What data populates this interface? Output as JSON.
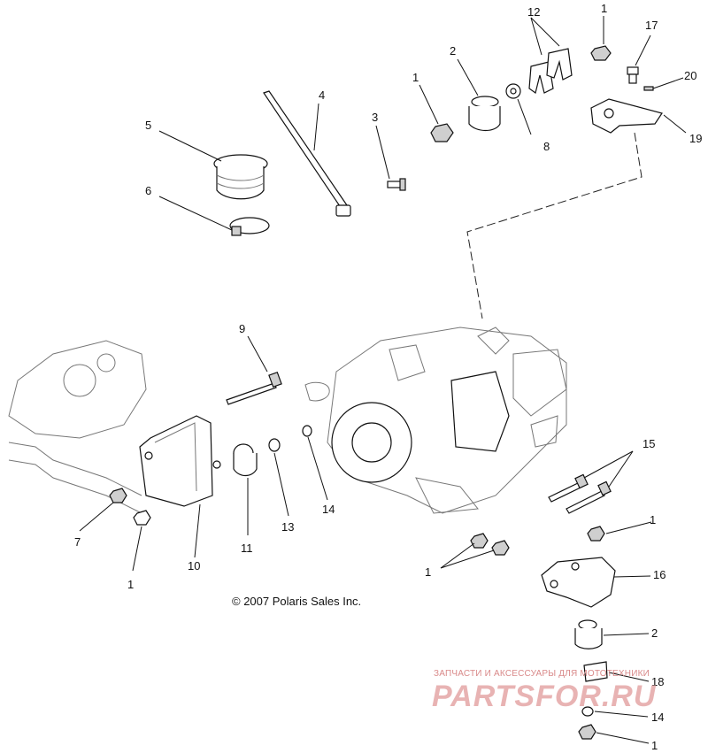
{
  "copyright": "© 2007 Polaris Sales Inc.",
  "watermark": {
    "subtitle": "ЗАПЧАСТИ И АКСЕССУАРЫ ДЛЯ МОТОТЕХНИКИ",
    "logo": "PARTSFOR.RU",
    "color": "#e8b3b3"
  },
  "callouts": [
    {
      "id": "c1a",
      "text": "1"
    },
    {
      "id": "c1b",
      "text": "1"
    },
    {
      "id": "c1c",
      "text": "1"
    },
    {
      "id": "c1d",
      "text": "1"
    },
    {
      "id": "c1e",
      "text": "1"
    },
    {
      "id": "c1f",
      "text": "1"
    },
    {
      "id": "c2a",
      "text": "2"
    },
    {
      "id": "c2b",
      "text": "2"
    },
    {
      "id": "c3",
      "text": "3"
    },
    {
      "id": "c4",
      "text": "4"
    },
    {
      "id": "c5",
      "text": "5"
    },
    {
      "id": "c6",
      "text": "6"
    },
    {
      "id": "c7",
      "text": "7"
    },
    {
      "id": "c8",
      "text": "8"
    },
    {
      "id": "c9",
      "text": "9"
    },
    {
      "id": "c10",
      "text": "10"
    },
    {
      "id": "c11",
      "text": "11"
    },
    {
      "id": "c12",
      "text": "12"
    },
    {
      "id": "c13",
      "text": "13"
    },
    {
      "id": "c14a",
      "text": "14"
    },
    {
      "id": "c14b",
      "text": "14"
    },
    {
      "id": "c15",
      "text": "15"
    },
    {
      "id": "c16",
      "text": "16"
    },
    {
      "id": "c17",
      "text": "17"
    },
    {
      "id": "c18",
      "text": "18"
    },
    {
      "id": "c19",
      "text": "19"
    },
    {
      "id": "c20",
      "text": "20"
    }
  ]
}
